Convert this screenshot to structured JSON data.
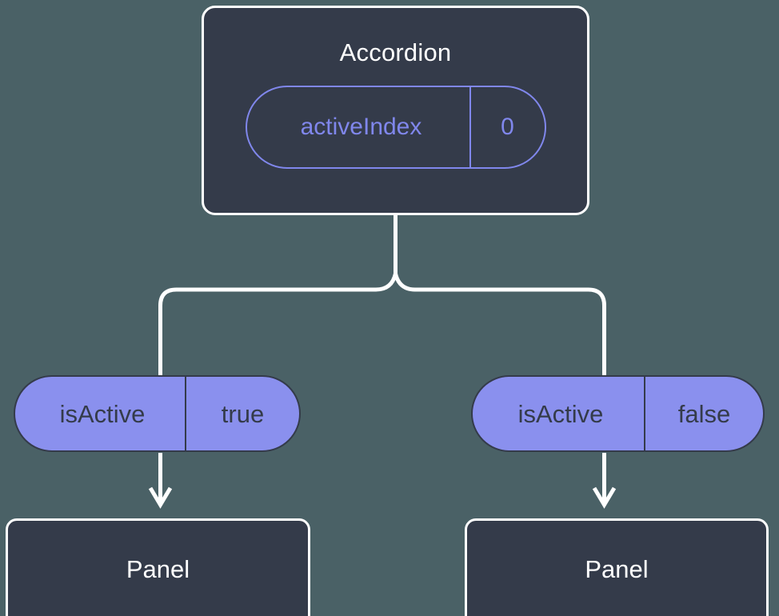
{
  "diagram": {
    "title_semantic": "React component state propagation tree",
    "background_color": "#4a6166",
    "node_fill": "#343b4a",
    "node_stroke": "#ffffff",
    "accent_purple": "#8087ec",
    "pill_fill": "#8a90ee",
    "connector_color": "#ffffff"
  },
  "root": {
    "label": "Accordion",
    "prop": {
      "key": "activeIndex",
      "value": "0"
    }
  },
  "branches": [
    {
      "side": "left",
      "pill": {
        "key": "isActive",
        "value": "true"
      },
      "panel": {
        "label": "Panel"
      }
    },
    {
      "side": "right",
      "pill": {
        "key": "isActive",
        "value": "false"
      },
      "panel": {
        "label": "Panel"
      }
    }
  ]
}
